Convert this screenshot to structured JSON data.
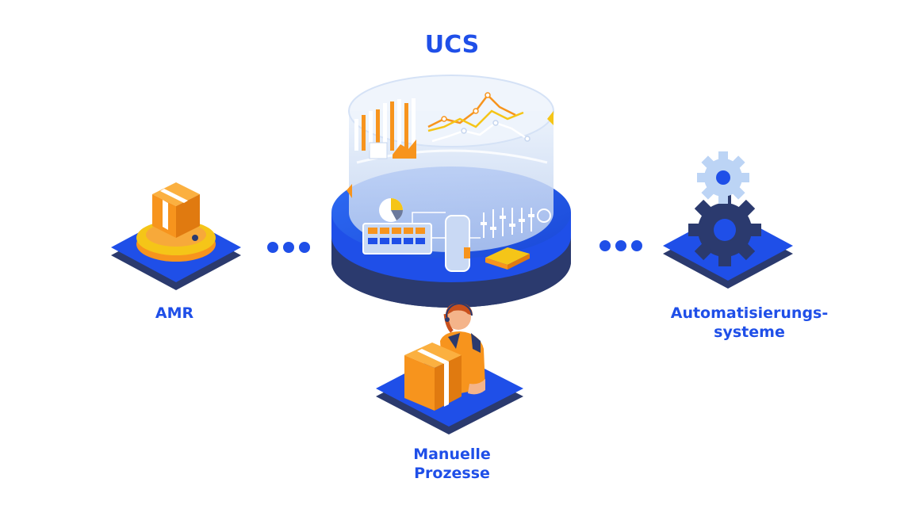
{
  "nodes": {
    "center": {
      "title": "UCS"
    },
    "left": {
      "label": "AMR"
    },
    "right": {
      "label_line1": "Automatisierungs-",
      "label_line2": "systeme"
    },
    "bottom": {
      "label_line1": "Manuelle",
      "label_line2": "Prozesse"
    }
  },
  "colors": {
    "primary_blue": "#1f4fe8",
    "dark_navy": "#2b3a6e",
    "orange": "#f7941d",
    "yellow": "#f5c518",
    "light_blue": "#bcd4f5"
  }
}
